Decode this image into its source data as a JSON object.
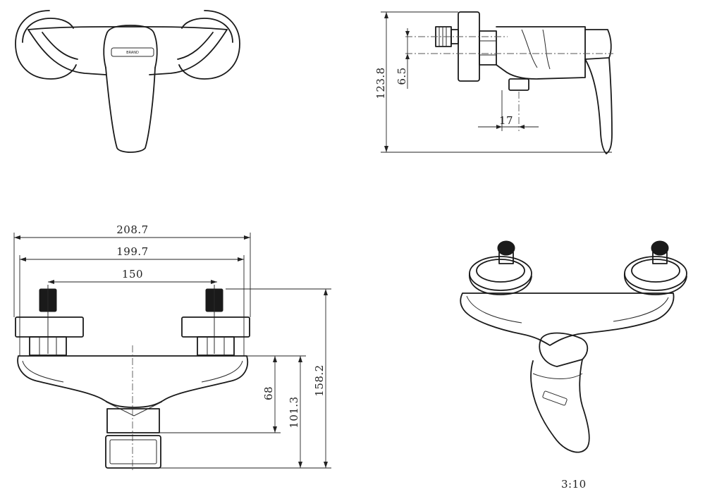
{
  "dimensions": {
    "height_overall": "123.8",
    "offset_small": "6.5",
    "outlet_offset": "17",
    "width_overall": "208.7",
    "width_outer": "199.7",
    "inlet_spacing": "150",
    "height_total": "158.2",
    "height_mid": "101.3",
    "height_body": "68"
  },
  "scale": "3:10",
  "brand_mark": "BRAND"
}
